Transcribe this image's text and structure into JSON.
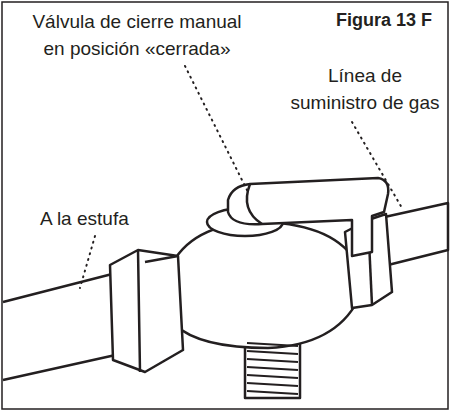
{
  "diagram": {
    "title": "Figura 13 F",
    "labels": [
      "Válvula de cierre manual en posición «cerrada»",
      "Línea de suministro de gas",
      "A la estufa"
    ]
  }
}
